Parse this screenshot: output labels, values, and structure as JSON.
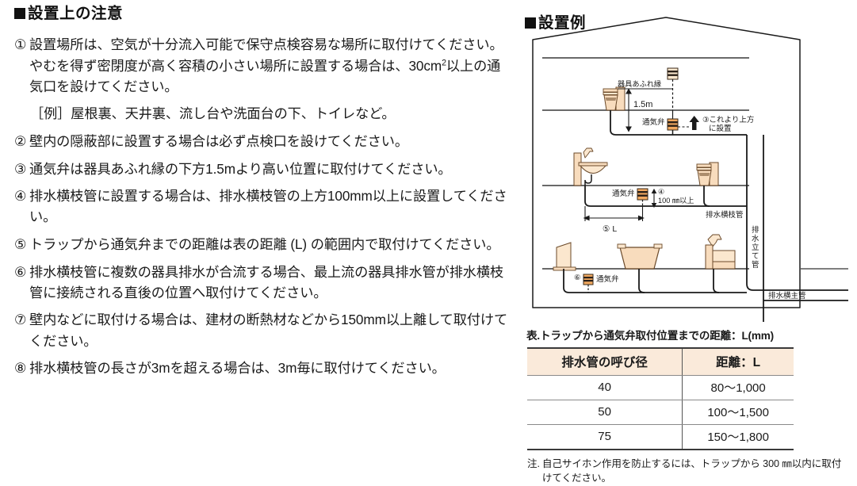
{
  "left": {
    "heading": "設置上の注意",
    "notes": [
      {
        "num": "①",
        "text": "設置場所は、空気が十分流入可能で保守点検容易な場所に取付けてください。やむを得ず密閉度が高く容積の小さい場所に設置する場合は、30cm²以上の通気口を設けてください。"
      },
      {
        "num": "②",
        "text": "壁内の隠蔽部に設置する場合は必ず点検口を設けてください。"
      },
      {
        "num": "③",
        "text": "通気弁は器具あふれ縁の下方1.5mより高い位置に取付けてください。"
      },
      {
        "num": "④",
        "text": "排水横枝管に設置する場合は、排水横枝管の上方100mm以上に設置してください。"
      },
      {
        "num": "⑤",
        "text": "トラップから通気弁までの距離は表の距離 (L) の範囲内で取付けてください。"
      },
      {
        "num": "⑥",
        "text": "排水横枝管に複数の器具排水が合流する場合、最上流の器具排水管が排水横枝管に接続される直後の位置へ取付けてください。"
      },
      {
        "num": "⑦",
        "text": "壁内などに取付ける場合は、建材の断熱材などから150mm以上離して取付けてください。"
      },
      {
        "num": "⑧",
        "text": "排水横枝管の長さが3mを超える場合は、3m毎に取付けてください。"
      }
    ],
    "example_line": "［例］屋根裏、天井裏、流し台や洗面台の下、トイレなど。"
  },
  "right": {
    "heading": "設置例",
    "diagram": {
      "labels": {
        "overflow_rim": "器具あふれ縁",
        "dim_1_5m": "1.5m",
        "vent_valve_top": "通気弁",
        "note3": "③これより上方",
        "note3_line2": "に設置",
        "vent_valve_mid": "通気弁",
        "note4_num": "④",
        "note4_text": "100 ㎜以上",
        "note5": "⑤ L",
        "branch_pipe": "排水横枝管",
        "stack_pipe": "排水立て管",
        "main_pipe": "排水横主管",
        "note6_num": "⑥",
        "vent_valve_bottom": "通気弁"
      }
    },
    "table": {
      "title": "表.トラップから通気弁取付位置までの距離：L(mm)",
      "headers": [
        "排水管の呼び径",
        "距離：L"
      ],
      "rows": [
        [
          "40",
          "80〜1,000"
        ],
        [
          "50",
          "100〜1,500"
        ],
        [
          "75",
          "150〜1,800"
        ]
      ],
      "note_label": "注.",
      "note_text": "自己サイホン作用を防止するには、トラップから 300 ㎜以内に取付けてください。"
    }
  },
  "colors": {
    "fixture_fill": "#f8dcbd",
    "fixture_fill_light": "#fbe7ce",
    "fixture_stroke": "#6b4a2a",
    "line": "#1a1a1a",
    "floor": "#555555",
    "table_header_bg": "#faeada",
    "valve_body": "#f0a860"
  }
}
